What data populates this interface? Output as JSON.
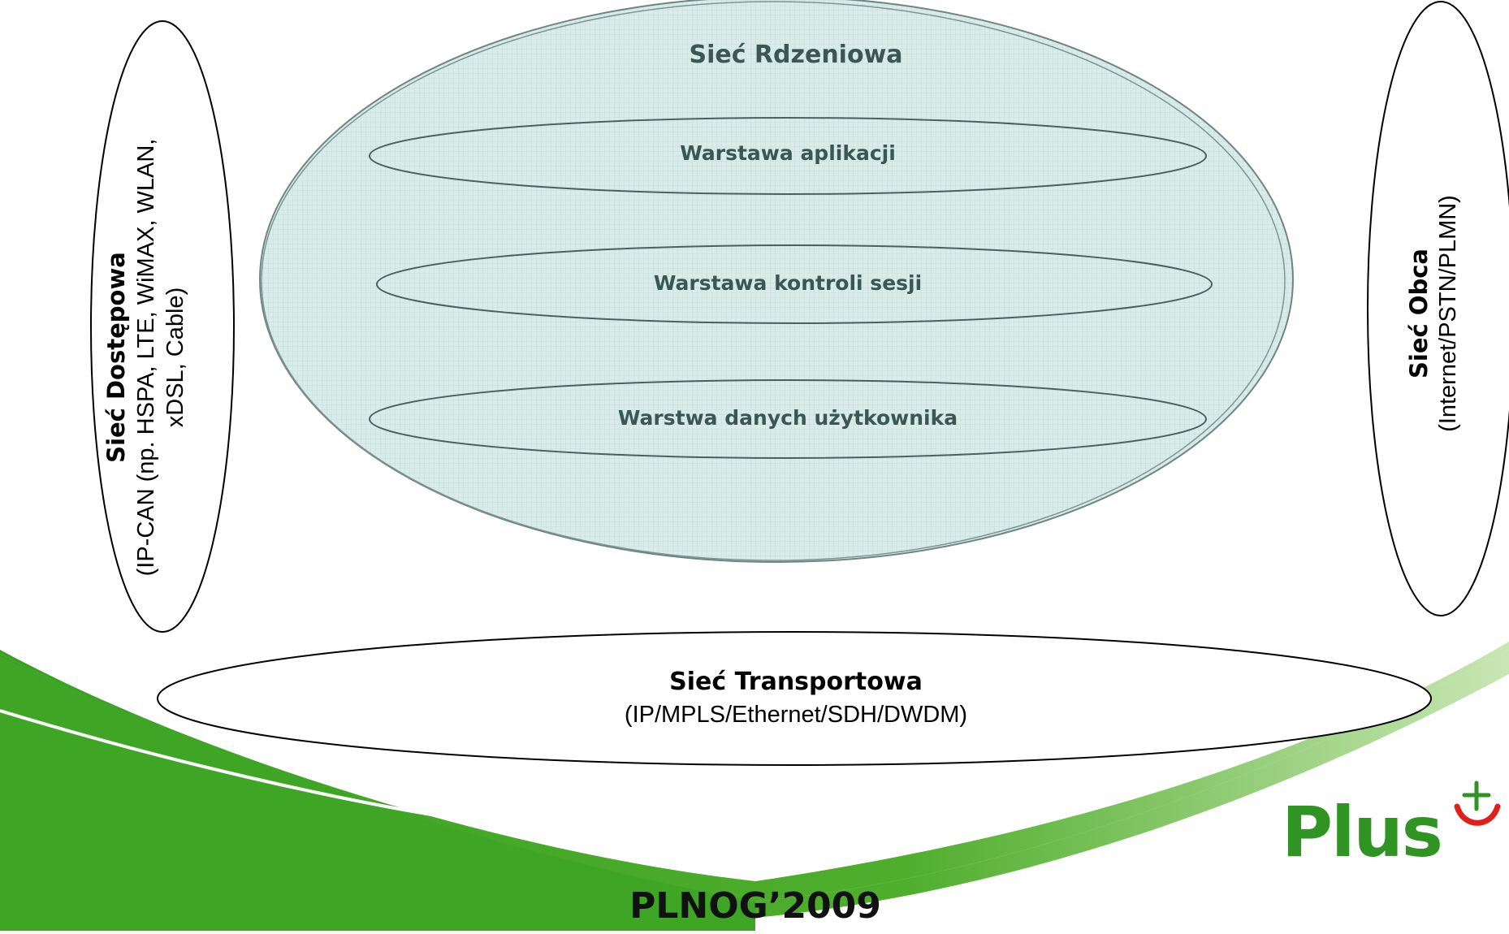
{
  "core_network": {
    "title": "Sieć Rdzeniowa",
    "layers": [
      "Warstawa aplikacji",
      "Warstawa kontroli sesji",
      "Warstwa danych użytkownika"
    ]
  },
  "access_network": {
    "title": "Sieć Dostępowa",
    "line1": "(IP-CAN (np. HSPA, LTE, WiMAX, WLAN,",
    "line2": "xDSL, Cable)"
  },
  "external_network": {
    "title": "Sieć Obca",
    "subtitle": "(Internet/PSTN/PLMN)"
  },
  "transport_network": {
    "title": "Sieć Transportowa",
    "subtitle": "(IP/MPLS/Ethernet/SDH/DWDM)"
  },
  "footer": {
    "event": "PLNOG’2009"
  },
  "logo": {
    "text": "Plus",
    "color": "#2f9422",
    "accent_color": "#e0201b"
  },
  "colors": {
    "core_fill": "#d6ebe9",
    "swoosh_green": "#3fa525"
  }
}
